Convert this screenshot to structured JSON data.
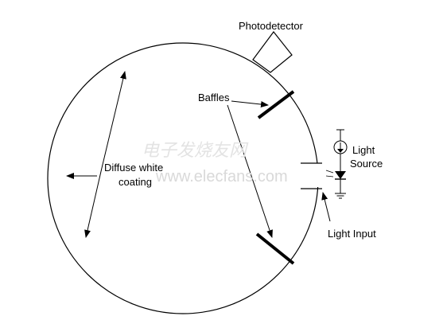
{
  "labels": {
    "photodetector": "Photodetector",
    "baffles": "Baffles",
    "coating_line1": "Diffuse white",
    "coating_line2": "coating",
    "source_line1": "Light",
    "source_line2": "Source",
    "light_input": "Light Input"
  },
  "watermark": {
    "chinese": "电子发烧友网",
    "url": "www.elecfans.com"
  },
  "colors": {
    "stroke": "#000000",
    "background": "#ffffff",
    "watermark": "#d9d9d9"
  }
}
